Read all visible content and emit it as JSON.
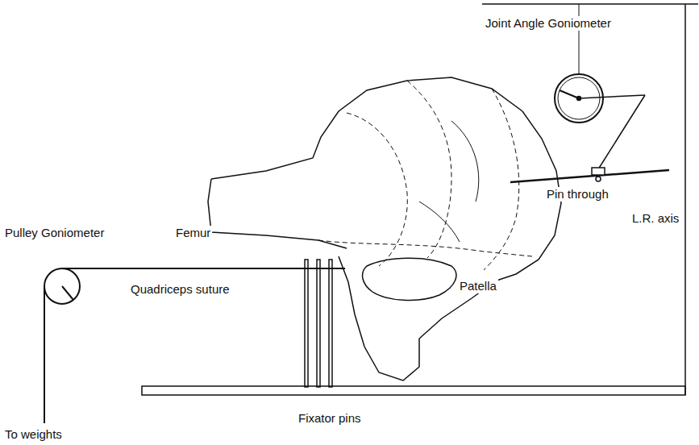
{
  "diagram": {
    "labels": [
      "Joint Angle Goniometer",
      "Pin through",
      "L.R. axis",
      "Pulley Goniometer",
      "Femur",
      "Quadriceps suture",
      "Patella",
      "To weights",
      "Fixator pins"
    ]
  }
}
